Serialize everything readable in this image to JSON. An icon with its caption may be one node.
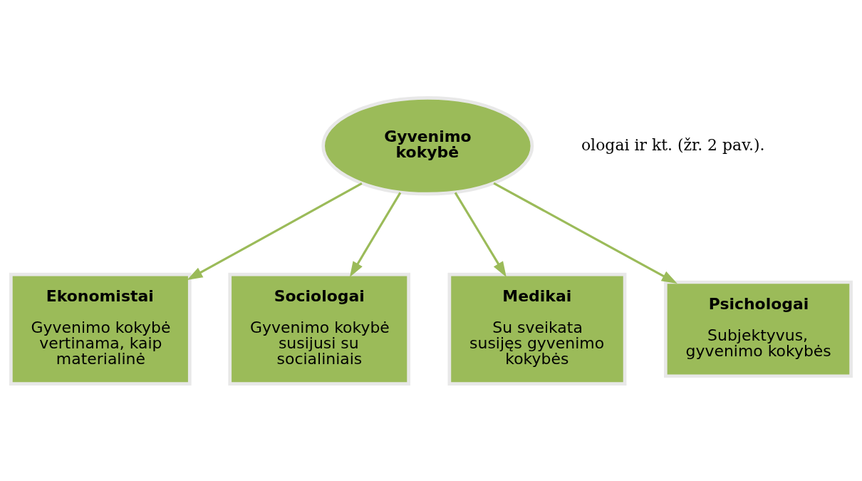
{
  "diagram": {
    "nodes": [
      {
        "text": [
          "Gyvenimo kokybė"
        ]
      },
      {
        "text": [
          "Ekonomistai",
          "Gyvenimo kokybė vertinama, kaip materialinė"
        ]
      },
      {
        "text": [
          "Sociologai",
          "Gyvenimo kokybė susijusi su socialiniais"
        ]
      },
      {
        "text": [
          "Medikai",
          "Su sveikata susijęs gyvenimo kokybės"
        ]
      },
      {
        "text": [
          "Psichologai",
          "Subjektyvus, gyvenimo kokybės"
        ]
      }
    ],
    "edges": [
      {
        "from": 0,
        "to": 1,
        "arrow": "to"
      },
      {
        "from": 0,
        "to": 2,
        "arrow": "to"
      },
      {
        "from": 0,
        "to": 3,
        "arrow": "to"
      },
      {
        "from": 0,
        "to": 4,
        "arrow": "to"
      }
    ],
    "labels": [
      "ologai ir kt. (žr. 2 pav.)."
    ]
  }
}
